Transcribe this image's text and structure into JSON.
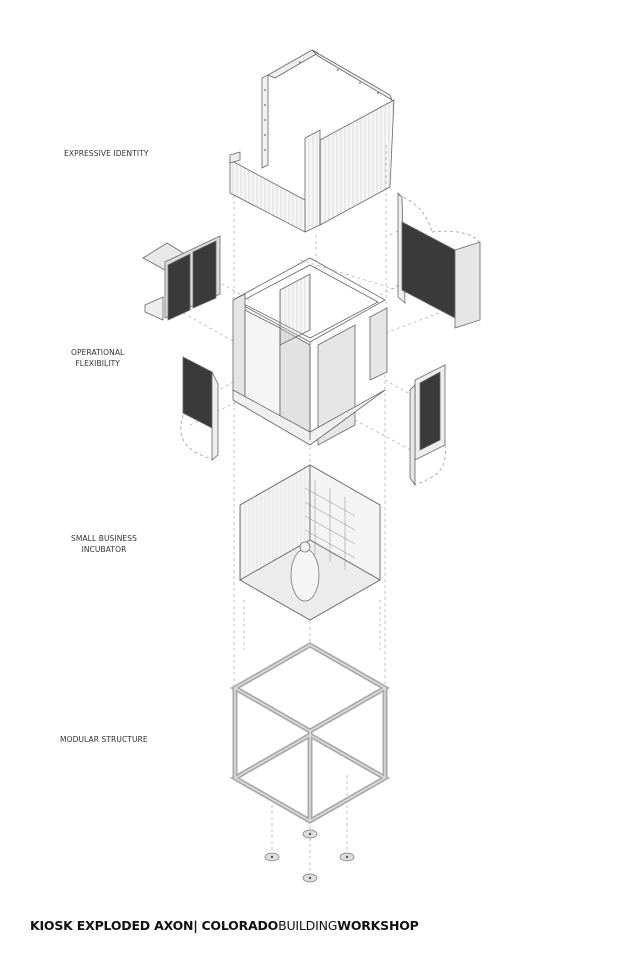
{
  "labels": {
    "expressive_identity": "EXPRESSIVE IDENTITY",
    "operational_flexibility_1": "OPERATIONAL",
    "operational_flexibility_2": "FLEXIBILITY",
    "small_business_1": "SMALL BUSINESS",
    "small_business_2": "INCUBATOR",
    "modular_structure": "MODULAR STRUCTURE"
  },
  "title": {
    "main": "KIOSK EXPLODED AXON",
    "separator": "|",
    "brand_part1": "COLORADO",
    "brand_part2": "BUILDING",
    "brand_part3": "WORKSHOP"
  },
  "colors": {
    "line": "#555555",
    "panel_dark": "#3a3a3a",
    "panel_light": "#e6e6e6",
    "dash": "#999999"
  }
}
